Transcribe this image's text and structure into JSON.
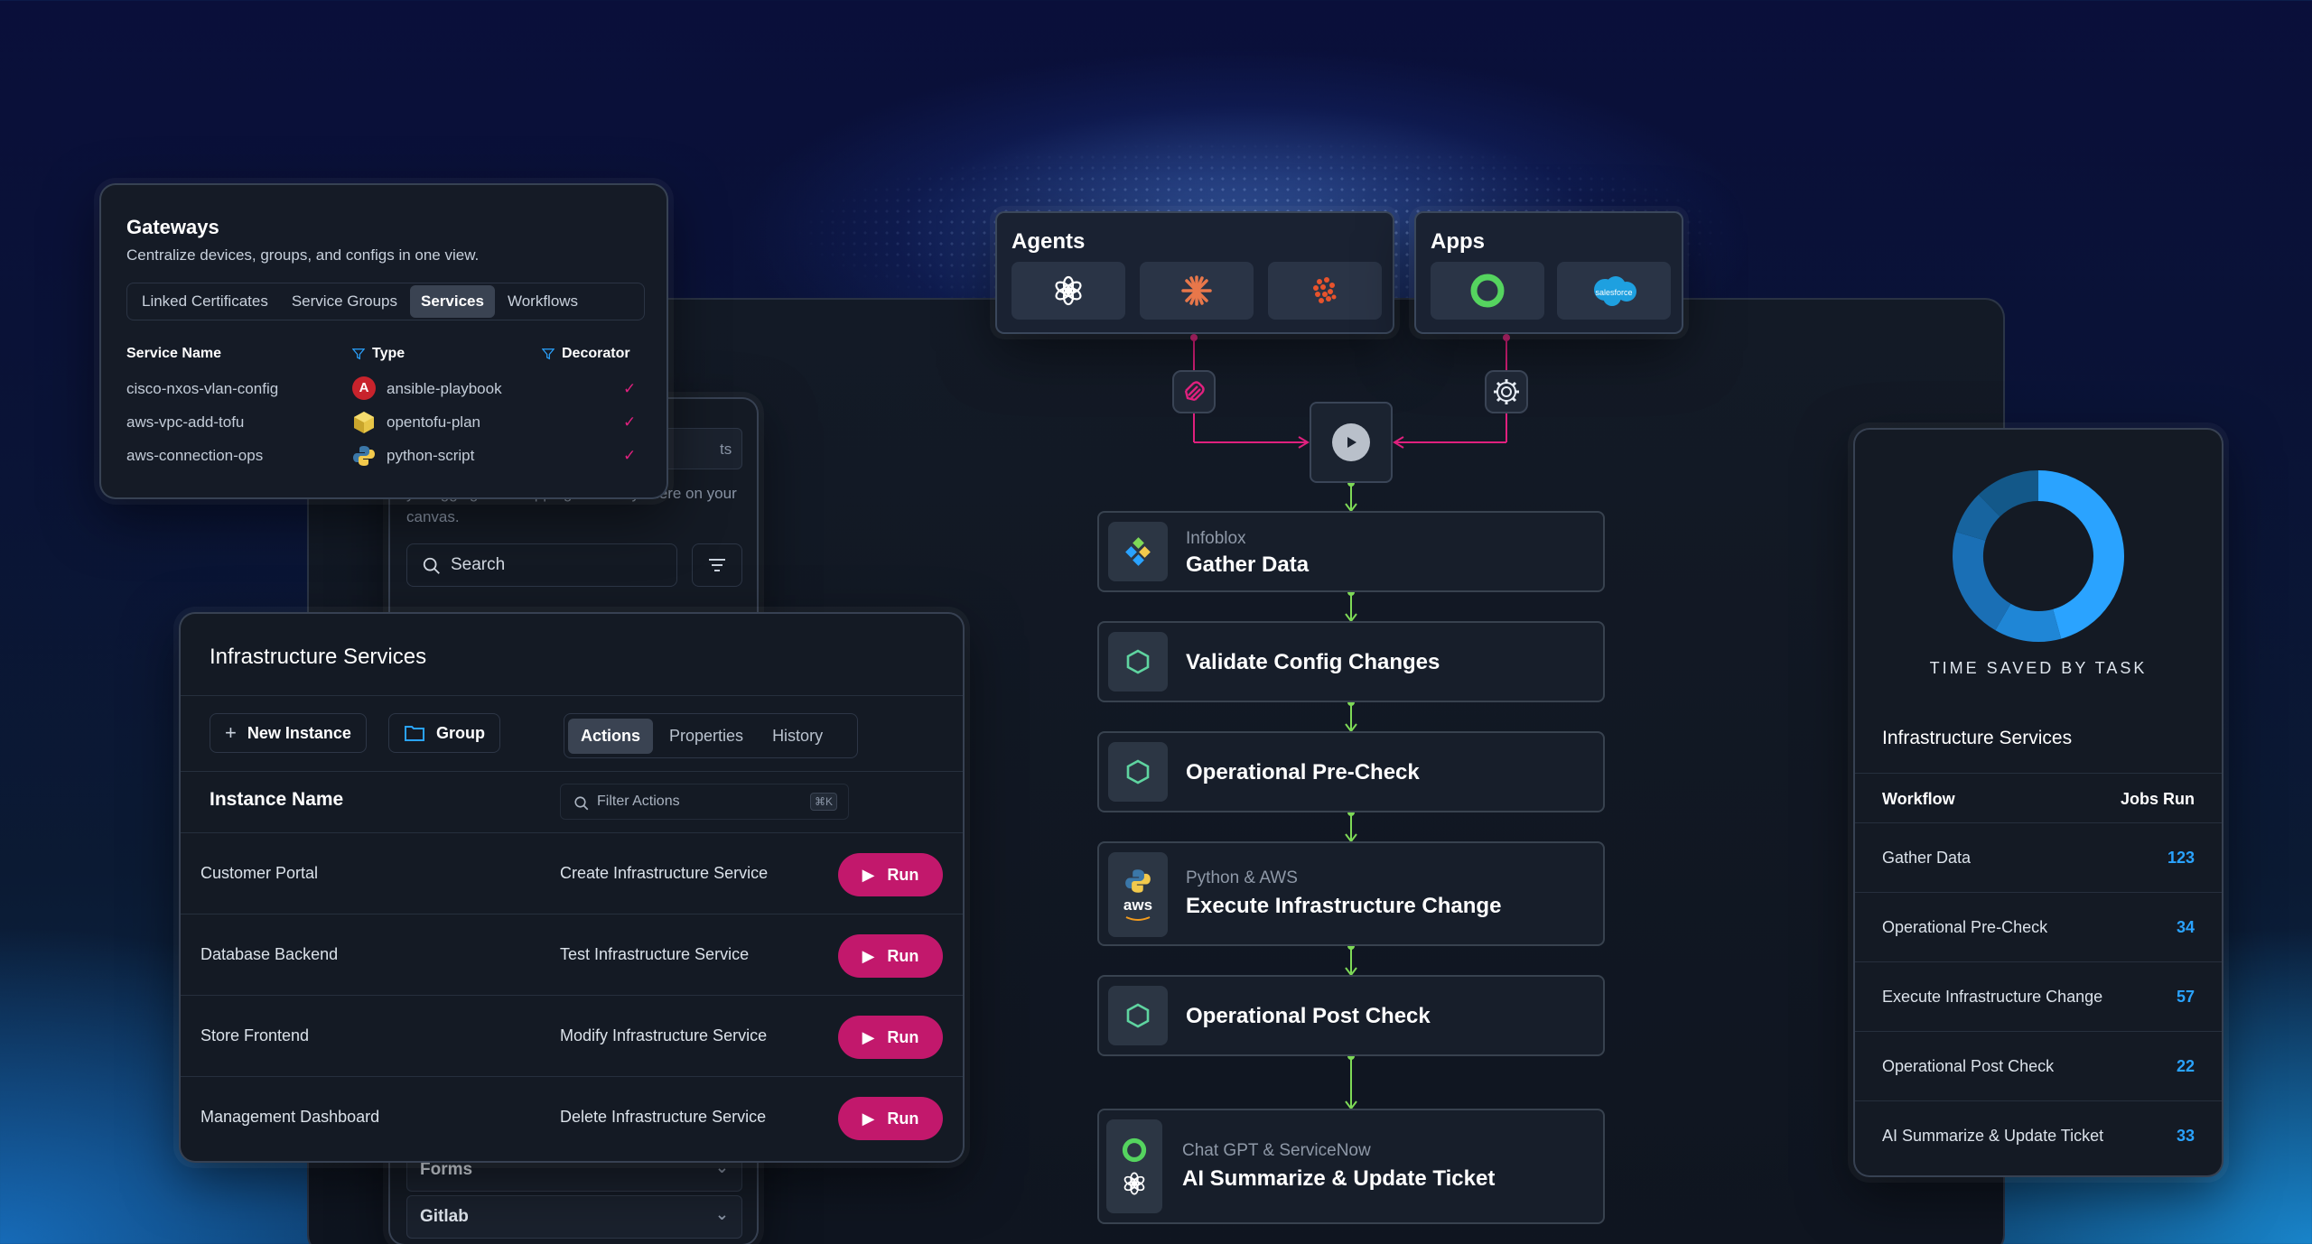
{
  "gateways": {
    "title": "Gateways",
    "subtitle": "Centralize devices, groups, and configs in one view.",
    "tabs": [
      "Linked Certificates",
      "Service Groups",
      "Services",
      "Workflows"
    ],
    "active_tab": "Services",
    "columns": {
      "service_name": "Service Name",
      "type": "Type",
      "decorator": "Decorator"
    },
    "rows": [
      {
        "name": "cisco-nxos-vlan-config",
        "type": "ansible-playbook"
      },
      {
        "name": "aws-vpc-add-tofu",
        "type": "opentofu-plan"
      },
      {
        "name": "aws-connection-ops",
        "type": "python-script"
      }
    ]
  },
  "library": {
    "partial_label": "ts",
    "drag_text": "y dragging and dropping them anywhere on your canvas.",
    "search_placeholder": "Search",
    "items": [
      "Forms",
      "Gitlab"
    ]
  },
  "infra": {
    "title": "Infrastructure Services",
    "new_instance": "New Instance",
    "group": "Group",
    "tabs": [
      "Actions",
      "Properties",
      "History"
    ],
    "active_tab": "Actions",
    "column": "Instance Name",
    "filter_placeholder": "Filter Actions",
    "filter_kbd": "⌘K",
    "run_label": "Run",
    "rows": [
      {
        "name": "Customer Portal",
        "action": "Create Infrastructure Service"
      },
      {
        "name": "Database Backend",
        "action": "Test Infrastructure Service"
      },
      {
        "name": "Store Frontend",
        "action": "Modify Infrastructure Service"
      },
      {
        "name": "Management Dashboard",
        "action": "Delete Infrastructure Service"
      }
    ]
  },
  "agents": {
    "title": "Agents",
    "icons": [
      "openai-icon",
      "claude-icon",
      "perplexity-icon"
    ]
  },
  "apps": {
    "title": "Apps",
    "icons": [
      "servicenow-icon",
      "salesforce-icon"
    ],
    "salesforce_text": "salesforce"
  },
  "workflow": [
    {
      "sub": "Infoblox",
      "title": "Gather Data",
      "icon": "infoblox-icon"
    },
    {
      "sub": "",
      "title": "Validate Config Changes",
      "icon": "hexagon-icon"
    },
    {
      "sub": "",
      "title": "Operational Pre-Check",
      "icon": "hexagon-icon"
    },
    {
      "sub": "Python & AWS",
      "title": "Execute Infrastructure Change",
      "icon": "python-aws-icon",
      "aws_text": "aws"
    },
    {
      "sub": "",
      "title": "Operational Post Check",
      "icon": "hexagon-icon"
    },
    {
      "sub": "Chat GPT & ServiceNow",
      "title": "AI Summarize & Update Ticket",
      "icon": "chatgpt-servicenow-icon"
    }
  ],
  "stats": {
    "caption": "TIME SAVED BY TASK",
    "title": "Infrastructure Services",
    "col_workflow": "Workflow",
    "col_jobs": "Jobs Run",
    "rows": [
      {
        "name": "Gather Data",
        "value": "123"
      },
      {
        "name": "Operational Pre-Check",
        "value": "34"
      },
      {
        "name": "Execute Infrastructure Change",
        "value": "57"
      },
      {
        "name": "Operational Post Check",
        "value": "22"
      },
      {
        "name": "AI Summarize & Update Ticket",
        "value": "33"
      }
    ],
    "donut_segments": [
      123,
      34,
      57,
      22,
      33
    ]
  },
  "colors": {
    "accent_pink": "#c2186c",
    "accent_green": "#7ed957",
    "accent_blue": "#2aa3ff"
  }
}
